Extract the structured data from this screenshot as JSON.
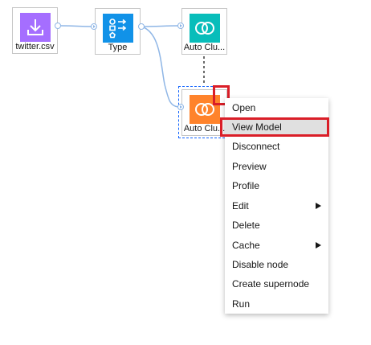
{
  "nodes": {
    "source": {
      "label": "twitter.csv",
      "icon": "download-icon",
      "color": "#a56eff"
    },
    "type": {
      "label": "Type",
      "icon": "shapes-arrows-icon",
      "color": "#1192e8"
    },
    "autoclu_top": {
      "label": "Auto Clu...",
      "icon": "overlapping-circles-icon",
      "color": "#08bdba"
    },
    "autoclu_model": {
      "label": "Auto Clu...",
      "icon": "overlapping-circles-icon",
      "color": "#ff832b"
    }
  },
  "context_menu": {
    "items": [
      {
        "label": "Open"
      },
      {
        "label": "View Model",
        "highlighted": true
      },
      {
        "label": "Disconnect"
      },
      {
        "label": "Preview"
      },
      {
        "label": "Profile"
      },
      {
        "label": "Edit",
        "submenu": true
      },
      {
        "label": "Delete"
      },
      {
        "label": "Cache",
        "submenu": true
      },
      {
        "label": "Disable node"
      },
      {
        "label": "Create supernode"
      },
      {
        "label": "Run"
      }
    ]
  },
  "colors": {
    "link": "#8fb6e6",
    "selection": "#0f62fe",
    "highlight": "#da1e28"
  }
}
